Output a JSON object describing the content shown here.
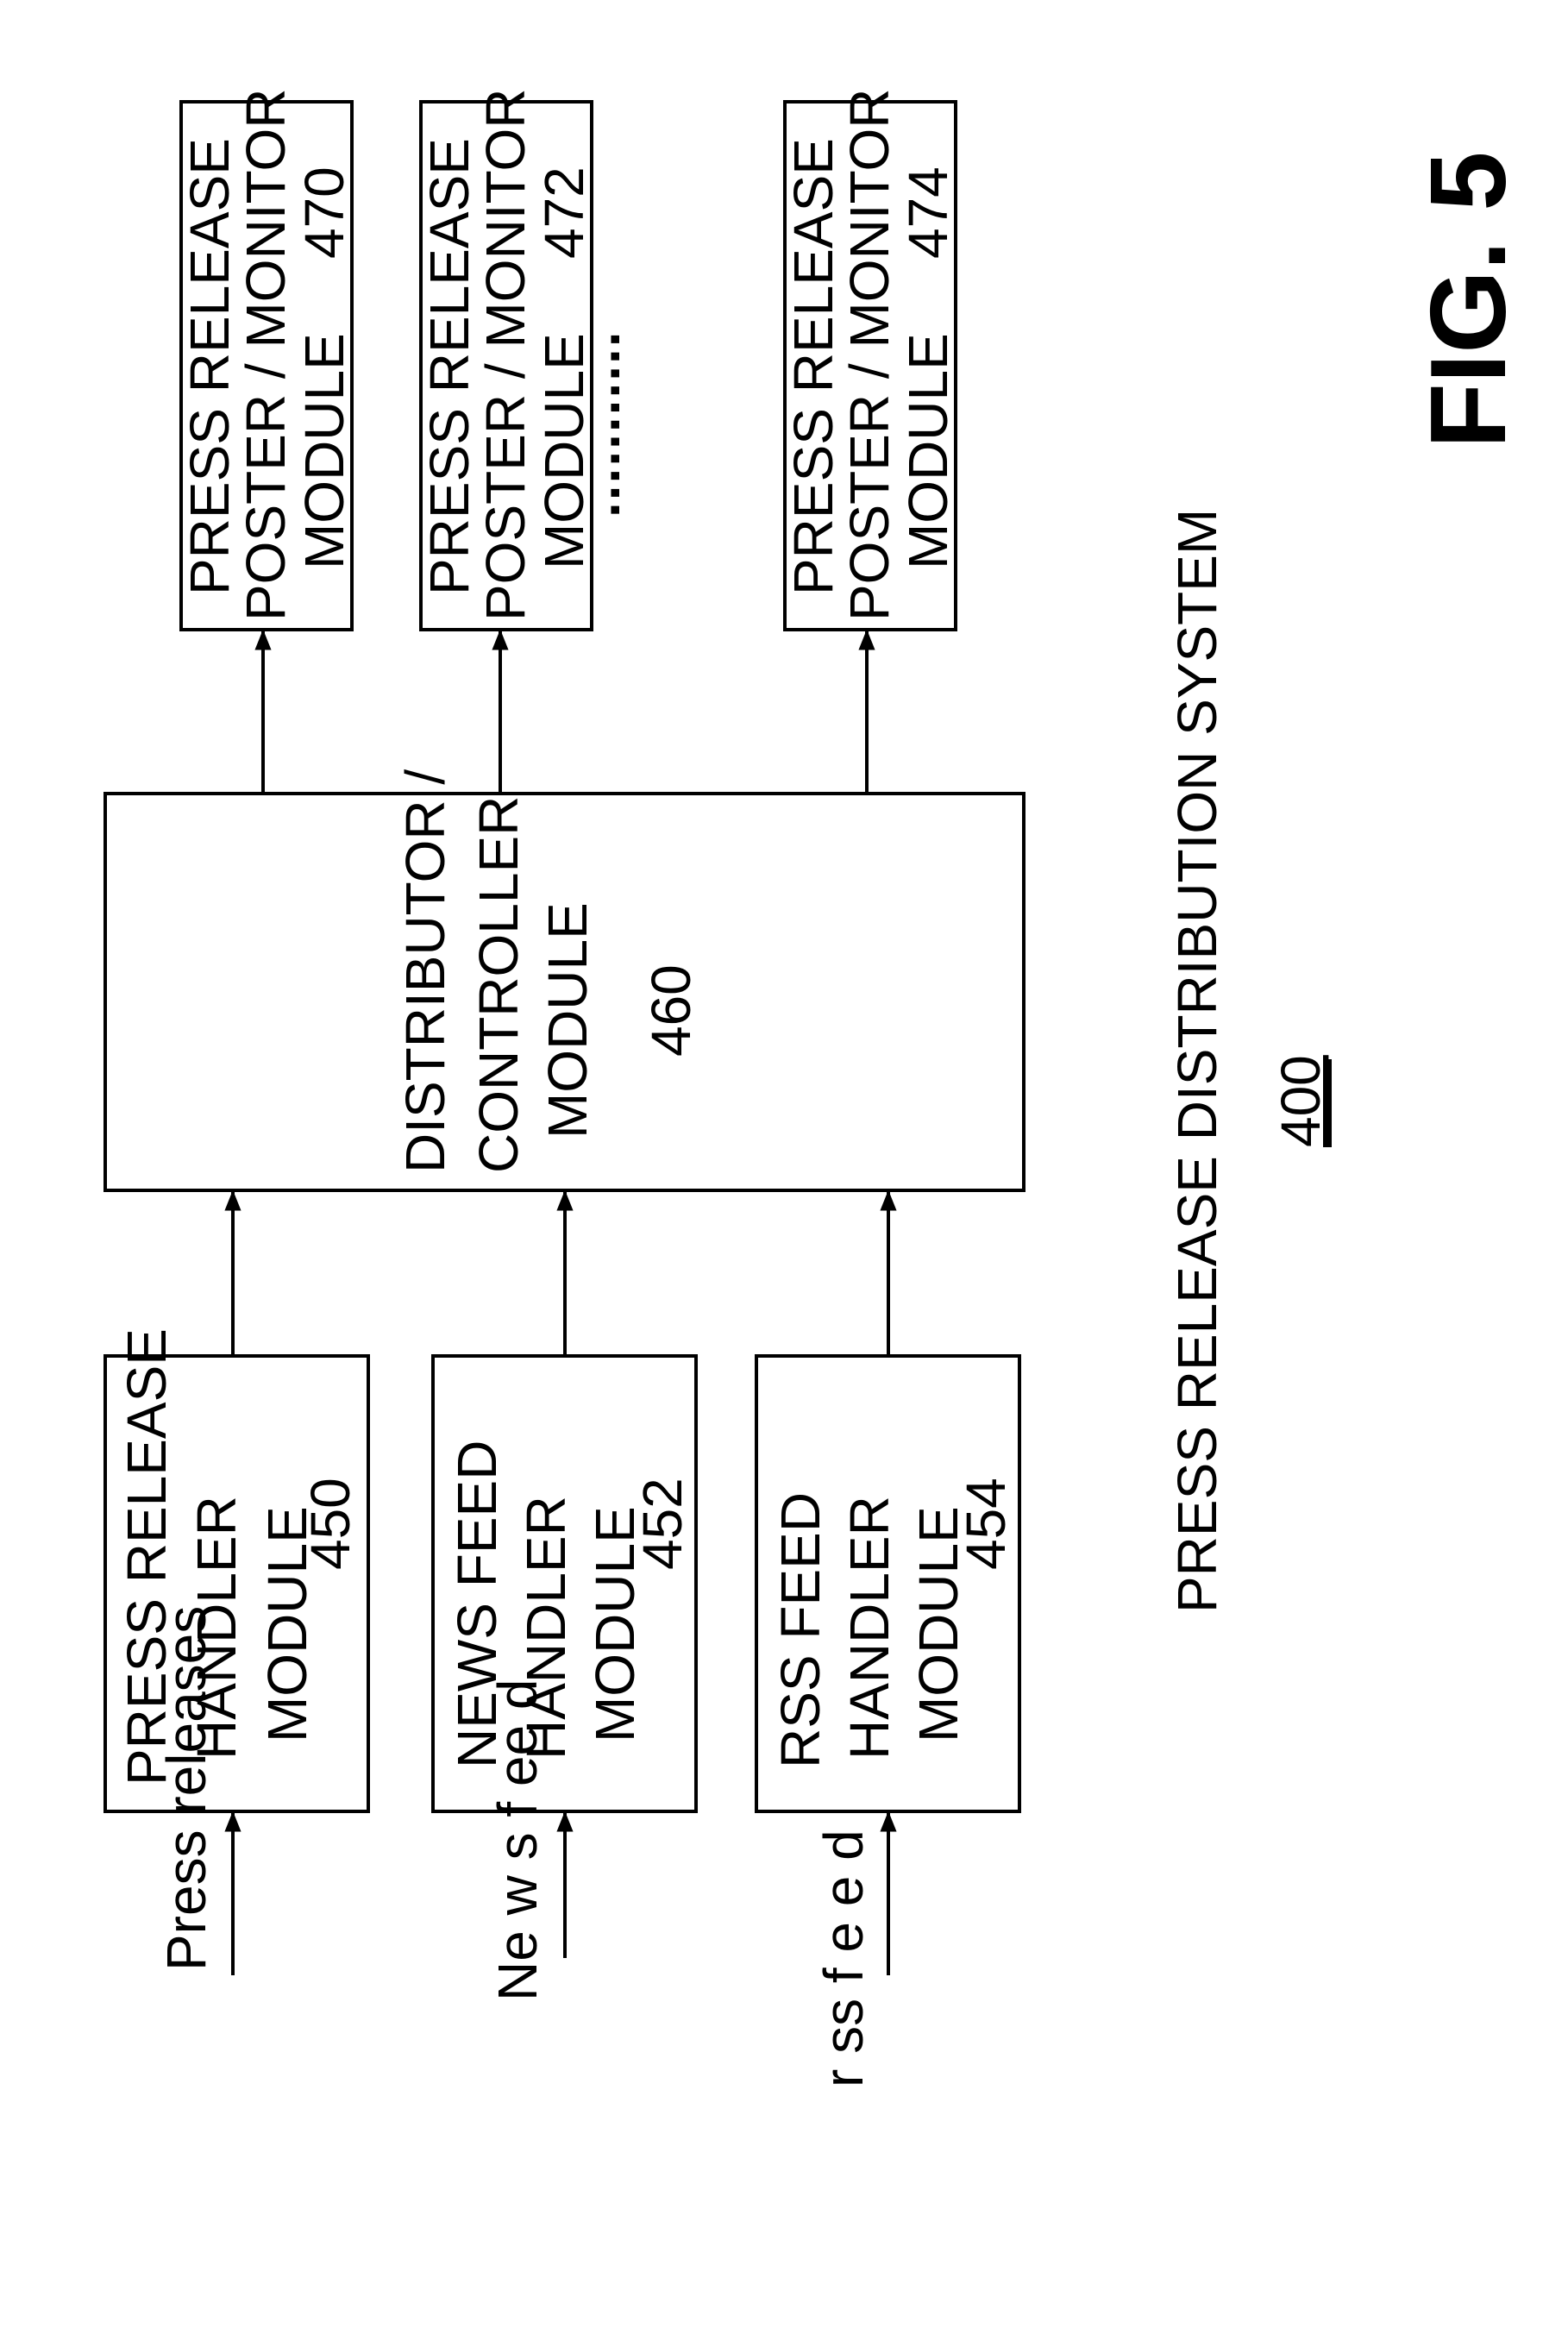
{
  "inputs": {
    "press_releases": "Press releases",
    "news_feed": "Ne w s f ee d",
    "rss_feed": "r ss f e e d"
  },
  "handlers": {
    "press_release": {
      "line1": "PRESS RELEASE",
      "line2": "HANDLER",
      "line3": "MODULE",
      "ref": "450"
    },
    "news_feed": {
      "line1": "NEWS FEED",
      "line2": "HANDLER",
      "line3": "MODULE",
      "ref": "452"
    },
    "rss_feed": {
      "line1": "RSS FEED",
      "line2": "HANDLER",
      "line3": "MODULE",
      "ref": "454"
    }
  },
  "distributor": {
    "line1": "DISTRIBUTOR /",
    "line2": "CONTROLLER",
    "line3": "MODULE",
    "ref": "460"
  },
  "posters": [
    {
      "line1": "PRESS RELEASE",
      "line2": "POSTER / MONITOR",
      "line3": "MODULE",
      "ref": "470"
    },
    {
      "line1": "PRESS RELEASE",
      "line2": "POSTER / MONITOR",
      "line3": "MODULE",
      "ref": "472"
    },
    {
      "line1": "PRESS RELEASE",
      "line2": "POSTER / MONITOR",
      "line3": "MODULE",
      "ref": "474"
    }
  ],
  "ellipsis": "...........",
  "system_title": "PRESS RELEASE DISTRIBUTION SYSTEM",
  "system_ref": "400",
  "figure_label": "FIG. 5"
}
